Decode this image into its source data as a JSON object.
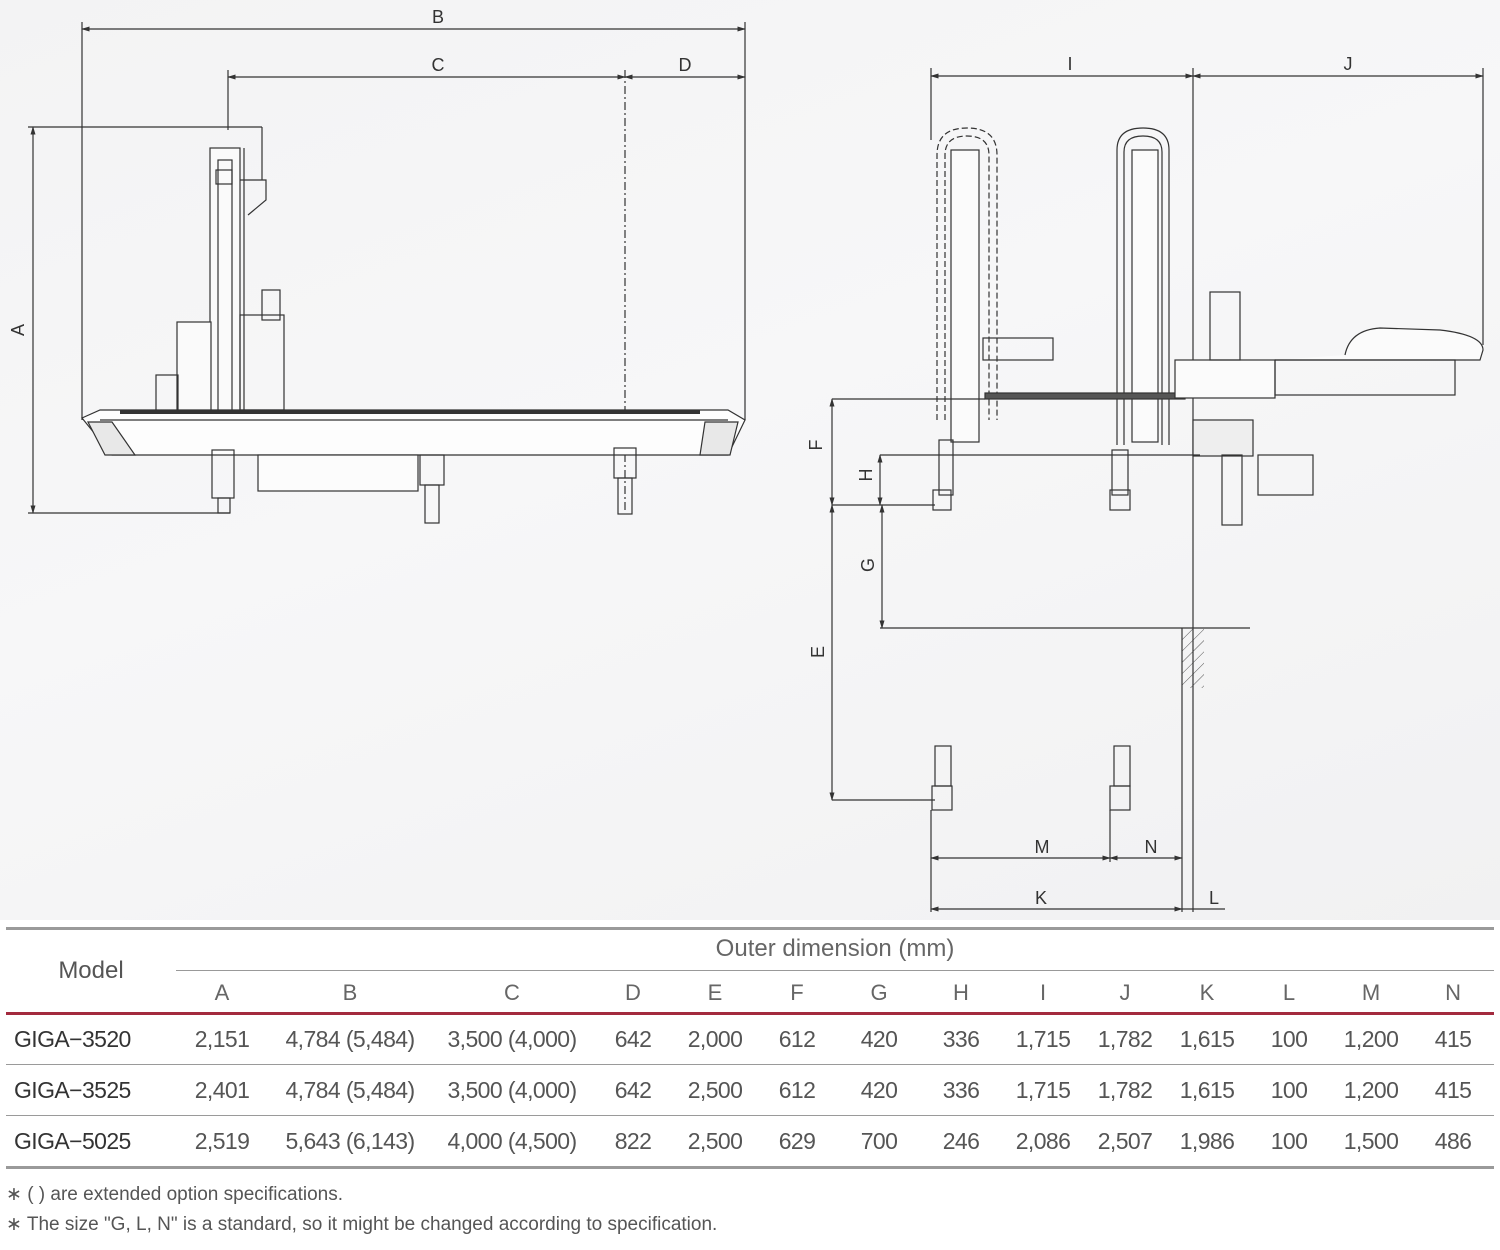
{
  "drawing_labels": {
    "A": "A",
    "B": "B",
    "C": "C",
    "D": "D",
    "E": "E",
    "F": "F",
    "G": "G",
    "H": "H",
    "I": "I",
    "J": "J",
    "K": "K",
    "L": "L",
    "M": "M",
    "N": "N"
  },
  "table": {
    "model_header": "Model",
    "group_header": "Outer dimension (mm)",
    "columns": [
      "A",
      "B",
      "C",
      "D",
      "E",
      "F",
      "G",
      "H",
      "I",
      "J",
      "K",
      "L",
      "M",
      "N"
    ],
    "rows": [
      {
        "model": "GIGA−3520",
        "values": [
          "2,151",
          "4,784 (5,484)",
          "3,500 (4,000)",
          "642",
          "2,000",
          "612",
          "420",
          "336",
          "1,715",
          "1,782",
          "1,615",
          "100",
          "1,200",
          "415"
        ]
      },
      {
        "model": "GIGA−3525",
        "values": [
          "2,401",
          "4,784 (5,484)",
          "3,500 (4,000)",
          "642",
          "2,500",
          "612",
          "420",
          "336",
          "1,715",
          "1,782",
          "1,615",
          "100",
          "1,200",
          "415"
        ]
      },
      {
        "model": "GIGA−5025",
        "values": [
          "2,519",
          "5,643 (6,143)",
          "4,000 (4,500)",
          "822",
          "2,500",
          "629",
          "700",
          "246",
          "2,086",
          "2,507",
          "1,986",
          "100",
          "1,500",
          "486"
        ]
      }
    ]
  },
  "notes": [
    "∗ (  ) are extended option specifications.",
    "∗ The size \"G, L, N\" is a standard, so it might be changed according to specification."
  ],
  "colors": {
    "accent_rule": "#a32a3e",
    "table_rule": "#9a9a9a",
    "line": "#333333"
  }
}
